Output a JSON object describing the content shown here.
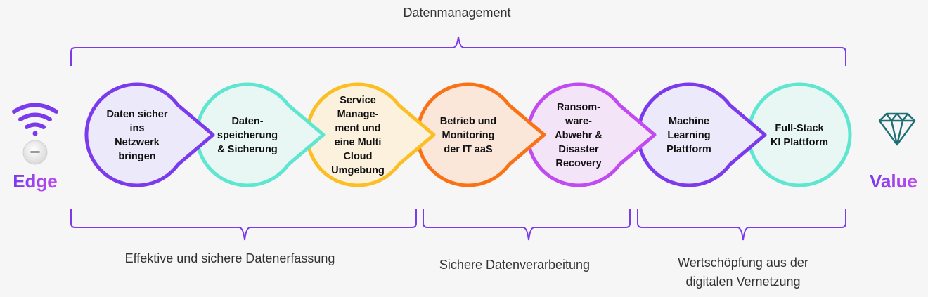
{
  "top_label": "Datenmanagement",
  "left_end": {
    "label": "Edge"
  },
  "right_end": {
    "label": "Value"
  },
  "stages": [
    {
      "lines": [
        "Daten sicher",
        "ins",
        "Netzwerk",
        "bringen"
      ],
      "color": "#7c3aed",
      "fill": "#ece9fb"
    },
    {
      "lines": [
        "Daten-",
        "speicherung",
        "& Sicherung"
      ],
      "color": "#5ee6d1",
      "fill": "#e9f7f4"
    },
    {
      "lines": [
        "Service",
        "Manage-",
        "ment und",
        "eine Multi",
        "Cloud",
        "Umgebung"
      ],
      "color": "#fbbf24",
      "fill": "#fbf1dc"
    },
    {
      "lines": [
        "Betrieb und",
        "Monitoring",
        "der IT aaS"
      ],
      "color": "#f97316",
      "fill": "#fbe6da"
    },
    {
      "lines": [
        "Ransom-",
        "ware-",
        "Abwehr &",
        "Disaster",
        "Recovery"
      ],
      "color": "#c14af0",
      "fill": "#f4e4f8"
    },
    {
      "lines": [
        "Machine",
        "Learning",
        "Plattform"
      ],
      "color": "#7c3aed",
      "fill": "#ece9fb"
    },
    {
      "lines": [
        "Full-Stack",
        "KI Plattform"
      ],
      "color": "#5ee6d1",
      "fill": "#e9f7f4"
    }
  ],
  "groups": [
    {
      "lines": [
        "Effektive und sichere Datenerfassung"
      ]
    },
    {
      "lines": [
        "Sichere Datenverarbeitung"
      ]
    },
    {
      "lines": [
        "Wertschöpfung aus der",
        "digitalen Vernetzung"
      ]
    }
  ],
  "colors": {
    "bracket": "#7c3aed",
    "edge_gradient": [
      "#7c3aed",
      "#c14af0"
    ],
    "value_gradient": [
      "#7c3aed",
      "#c14af0"
    ],
    "diamond": "#1f6f76"
  },
  "icons": {
    "left": "wifi-access-point-icon",
    "right": "diamond-icon"
  }
}
